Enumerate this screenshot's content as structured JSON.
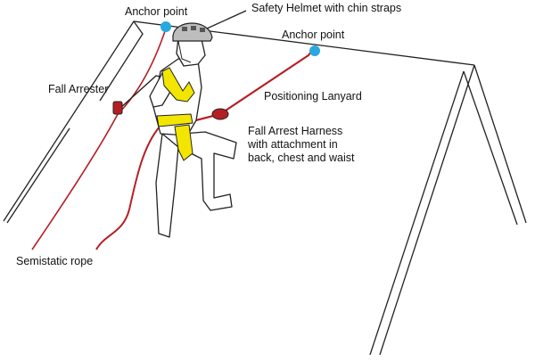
{
  "labels": {
    "anchor_point_left": "Anchor point",
    "helmet": "Safety Helmet with chin straps",
    "anchor_point_right": "Anchor point",
    "fall_arrester": "Fall Arrester",
    "positioning_lanyard": "Positioning Lanyard",
    "harness": "Fall Arrest Harness\nwith attachment in\nback, chest and waist",
    "semistatic_rope": "Semistatic rope"
  },
  "colors": {
    "outline": "#222222",
    "anchor": "#29a8e0",
    "harness": "#f2e600",
    "rope": "#b51f24",
    "helmet": "#bdbdbd"
  }
}
